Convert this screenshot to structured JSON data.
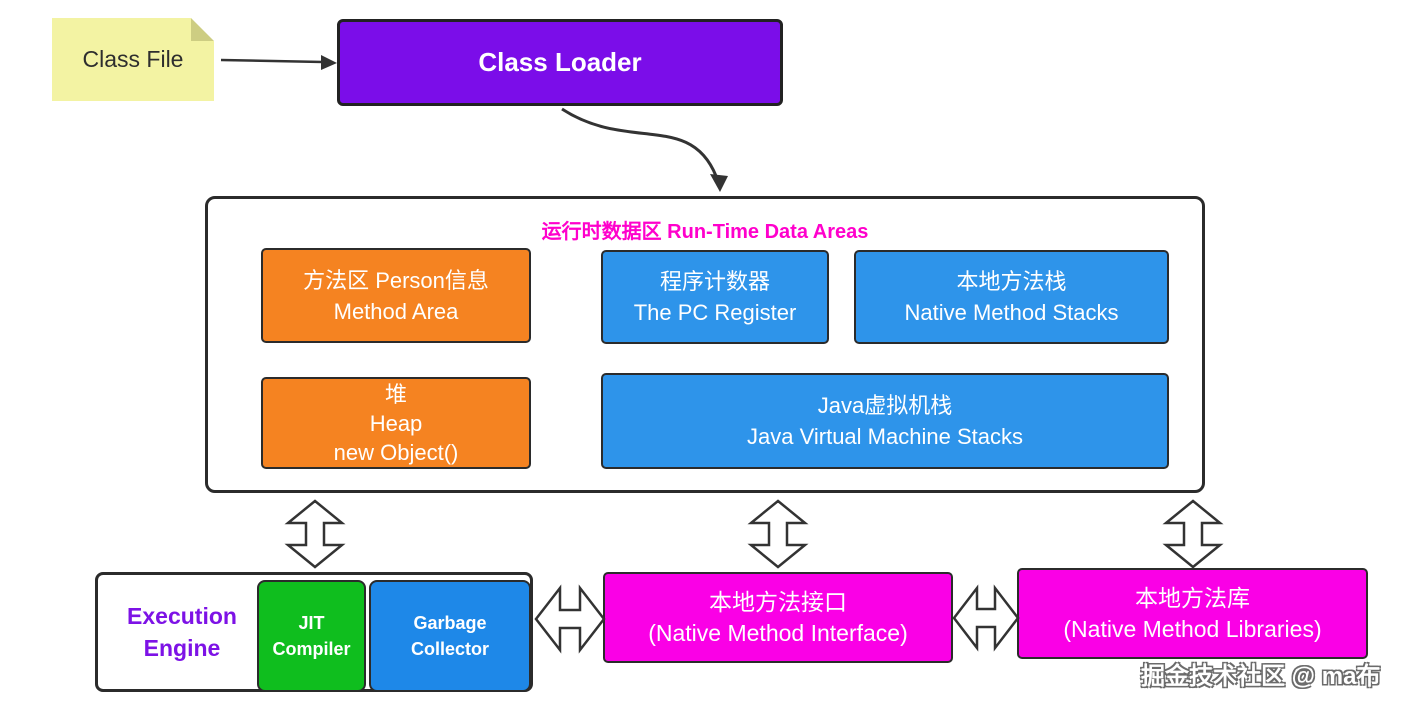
{
  "class_file": {
    "label": "Class File"
  },
  "class_loader": {
    "label": "Class Loader"
  },
  "runtime_area": {
    "title": "运行时数据区 Run-Time Data Areas",
    "method_area": {
      "line1": "方法区  Person信息",
      "line2": "Method Area"
    },
    "pc_register": {
      "line1": "程序计数器",
      "line2": "The PC Register"
    },
    "native_method_stacks": {
      "line1": "本地方法栈",
      "line2": "Native Method Stacks"
    },
    "heap": {
      "line1": "堆",
      "line2": "Heap",
      "line3": "new Object()"
    },
    "jvm_stacks": {
      "line1": "Java虚拟机栈",
      "line2": "Java Virtual Machine Stacks"
    }
  },
  "execution_engine": {
    "label_line1": "Execution",
    "label_line2": "Engine",
    "jit": {
      "line1": "JIT",
      "line2": "Compiler"
    },
    "gc": {
      "line1": "Garbage",
      "line2": "Collector"
    }
  },
  "native_method_interface": {
    "line1": "本地方法接口",
    "line2": "(Native Method Interface)"
  },
  "native_method_libraries": {
    "line1": "本地方法库",
    "line2": "(Native Method Libraries)"
  },
  "watermark": "掘金技术社区 @ ma布",
  "icons": {
    "flow_arrow": "arrow-right",
    "loader_to_runtime": "curved-arrow-down",
    "bidirectional_vertical": "double-arrow-vertical",
    "bidirectional_horizontal": "double-arrow-horizontal"
  },
  "colors": {
    "note_yellow": "#F3F3A3",
    "note_fold": "#CDCD82",
    "loader_purple": "#7B0DE9",
    "box_orange": "#F58321",
    "box_blue": "#2E94EA",
    "gc_blue": "#1E88E8",
    "box_green": "#0FBE1E",
    "box_magenta": "#FA00E6",
    "title_magenta": "#FF00CC",
    "engine_text_purple": "#7D12E6",
    "border_dark": "#2B2B2B"
  }
}
